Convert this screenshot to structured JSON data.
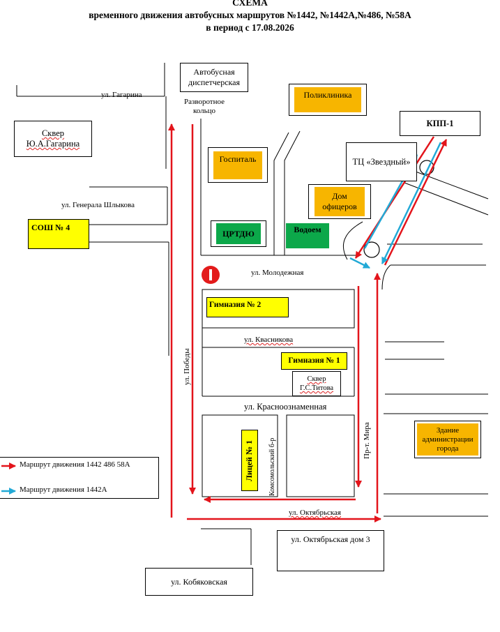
{
  "header": {
    "line1": "СХЕМА",
    "line2": "временного движения автобусных маршрутов №1442, №1442А,№486, №58А",
    "line3": "в период с 17.08.2026"
  },
  "streets": {
    "gagarina": "ул. Гагарина",
    "shlykova": "ул. Генерала Шлыкова",
    "molodezhnaya": "ул. Молодежная",
    "kvasnikova": "ул. Квасникова",
    "krasnoznamennaya": "ул. Красноознаменная",
    "pobedy": "ул. Победы",
    "mira": "Пр-т. Мира",
    "komsomolsky": "Комсомольский б-р",
    "oktyabrskaya": "ул. Октябрьская",
    "kobyakovskaya": "ул. Кобяковская"
  },
  "places": {
    "dispatch": "Автобусная диспетчерская",
    "turnaround": "Разворотное кольцо",
    "clinic": "Поликлиника",
    "kpp": "КПП-1",
    "square_gagarin": "Сквер Ю.А.Гагарина",
    "hospital": "Госпиталь",
    "tc": "ТЦ «Звездный»",
    "officers_house": "Дом офицеров",
    "school4": "СОШ № 4",
    "crtdu": "ЦРТДЮ",
    "vodoem": "Водоем",
    "gymnasium2": "Гимназия № 2",
    "gymnasium1": "Гимназия № 1",
    "square_titov": "Сквер Г.С.Титова",
    "lyceum1": "Лицей № 1",
    "admin": "Здание администрации города",
    "oktyabrskaya3": "ул. Октябрьская дом 3"
  },
  "legend": {
    "red_label": "Маршрут движения 1442 486 58А",
    "blue_label": "Маршрут движения 1442А"
  },
  "colors": {
    "route_red": "#e3141b",
    "route_blue": "#22a9d6",
    "orange": "#f7b500",
    "yellow": "#ffff00",
    "green": "#0ca84a",
    "no_entry": "#e31b1b"
  }
}
